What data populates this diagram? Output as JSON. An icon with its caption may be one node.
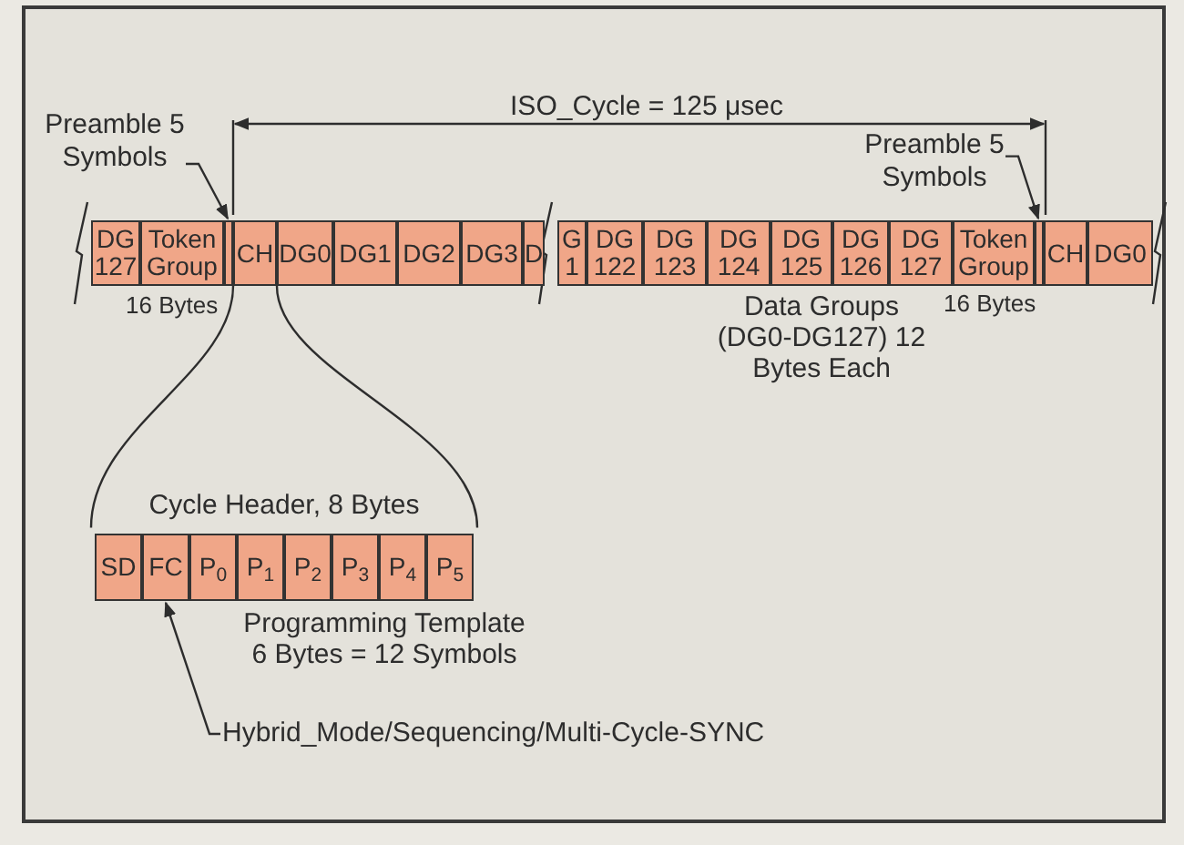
{
  "diagram": {
    "nodes": [
      {
        "text": [
          "Preamble 5 Symbols"
        ]
      },
      {
        "text": [
          "DG 127"
        ]
      },
      {
        "text": [
          "Token Group"
        ],
        "beside": [
          "16 Bytes"
        ]
      },
      {
        "text": [],
        "shape": "box"
      },
      {
        "text": [
          "CH"
        ]
      },
      {
        "text": [
          "DG0"
        ]
      },
      {
        "text": [
          "DG1"
        ]
      },
      {
        "text": [
          "DG2"
        ]
      },
      {
        "text": [
          "DG3"
        ]
      },
      {
        "text": [
          "D"
        ]
      },
      {
        "text": [
          "G 1"
        ]
      },
      {
        "text": [
          "DG 122"
        ]
      },
      {
        "text": [
          "DG 123"
        ]
      },
      {
        "text": [
          "DG 124"
        ]
      },
      {
        "text": [
          "DG 125"
        ]
      },
      {
        "text": [
          "DG 126"
        ]
      },
      {
        "text": [
          "DG 127"
        ]
      },
      {
        "text": [
          "Token Group"
        ],
        "beside": [
          "16 Bytes"
        ]
      },
      {
        "text": [
          "Preamble 5 Symbols"
        ]
      },
      {
        "text": [],
        "shape": "box"
      },
      {
        "text": [
          "CH"
        ]
      },
      {
        "text": [
          "DG0"
        ]
      },
      {
        "text": [
          "Cycle Header, 8 Bytes"
        ]
      },
      {
        "text": [
          "SD"
        ],
        "in": 22
      },
      {
        "text": [
          "FC"
        ],
        "in": 22
      },
      {
        "text": [
          "P$_{0}$"
        ],
        "in": 22
      },
      {
        "text": [
          "P$_{1}$"
        ],
        "in": 22
      },
      {
        "text": [
          "P$_{2}$"
        ],
        "in": 22
      },
      {
        "text": [
          "P$_{3}$"
        ],
        "in": 22
      },
      {
        "text": [
          "P$_{4}$"
        ],
        "in": 22
      },
      {
        "text": [
          "P$_{5}$"
        ],
        "in": 22
      },
      {
        "text": [
          "Hybrid_Mode/Sequencing/Multi-Cycle-SYNC"
        ]
      }
    ],
    "edges": [
      {
        "from": 0,
        "to": 3,
        "arrow": "to"
      },
      {
        "from": 18,
        "to": 19,
        "arrow": "to"
      },
      {
        "from": 31,
        "to": 24,
        "arrow": "to"
      },
      {
        "from": 4,
        "to": 22,
        "arrow": "none"
      },
      {
        "from": 4,
        "to": 22,
        "arrow": "none"
      }
    ],
    "labels": [
      "ISO_Cycle = 125 μsec",
      "Data Groups (DG0-DG127) 12 Bytes Each",
      "Programming Template 6 Bytes = 12 Symbols"
    ]
  }
}
